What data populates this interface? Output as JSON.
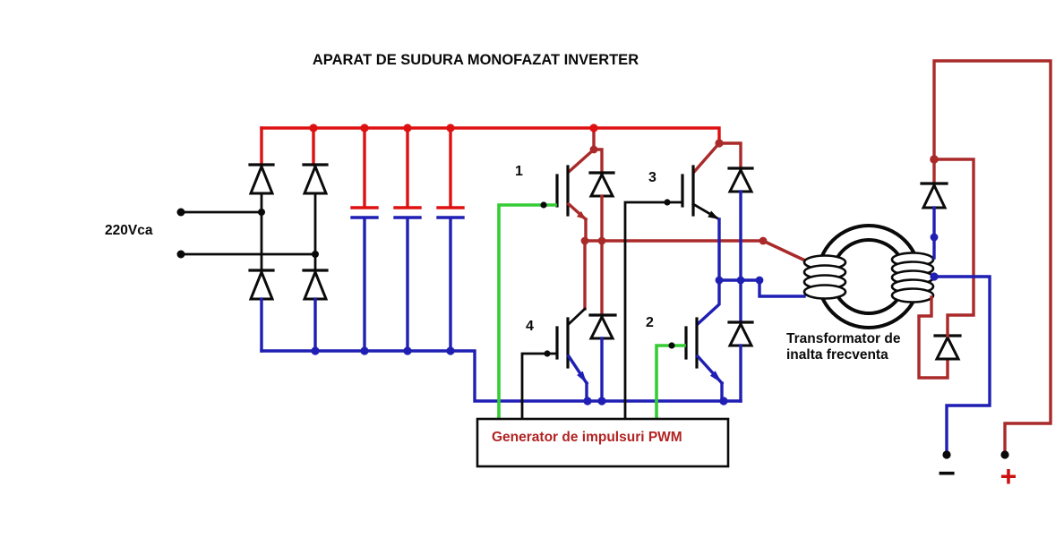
{
  "title": "APARAT DE SUDURA MONOFAZAT INVERTER",
  "labels": {
    "input_voltage": "220Vca",
    "igbt_1": "1",
    "igbt_2": "2",
    "igbt_3": "3",
    "igbt_4": "4",
    "pwm_generator": "Generator de impulsuri PWM",
    "transformer_line1": "Transformator de",
    "transformer_line2": "inalta frecventa",
    "output_negative": "−",
    "output_positive": "+"
  },
  "colors": {
    "bus_positive_red": "#dd1111",
    "dark_red": "#aa2a2a",
    "bus_negative_blue": "#1f1fb4",
    "gate_green": "#35cc35",
    "wire_black": "#0a0a0a",
    "pwm_text_red": "#b22222",
    "background": "#ffffff"
  }
}
